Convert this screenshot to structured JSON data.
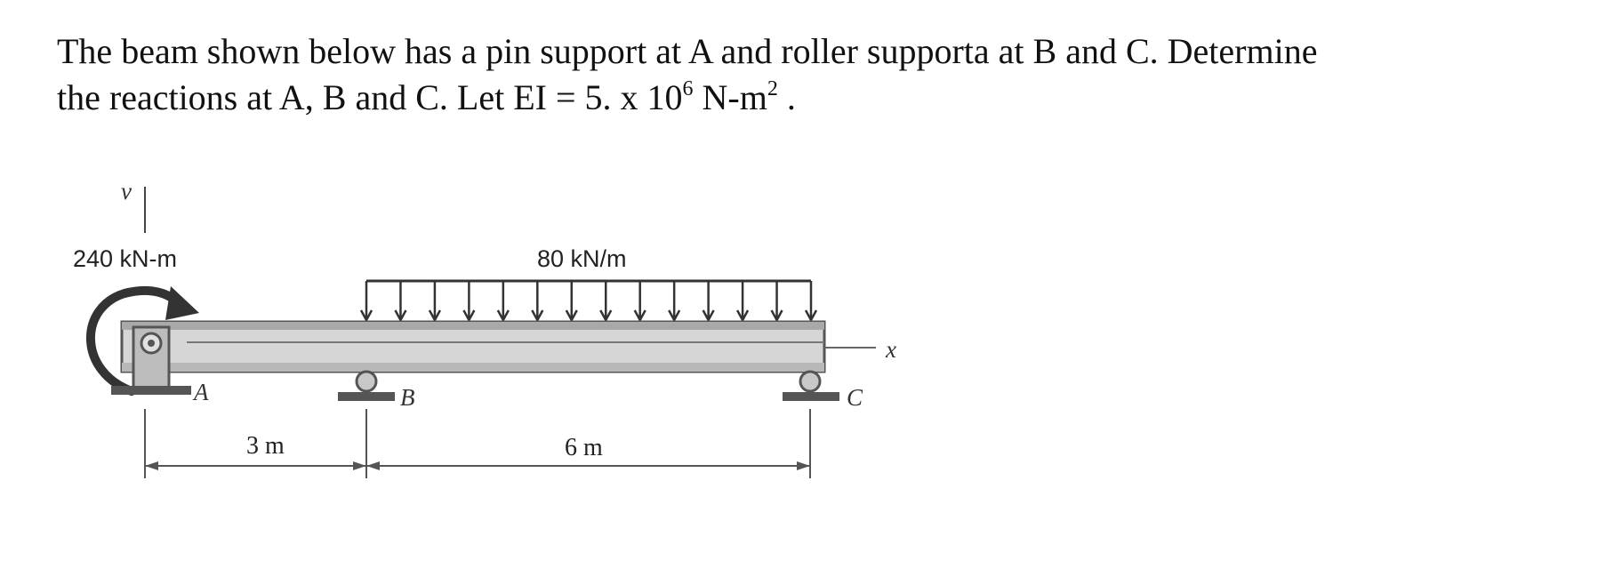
{
  "problem": {
    "line1": "The beam shown below has a pin support at A and roller supporta at B and C.  Determine",
    "line2_a": "the reactions at A, B and C.  Let EI = 5. x 10",
    "line2_exp1": "6",
    "line2_b": " N-m",
    "line2_exp2": "2",
    "line2_c": " ."
  },
  "diagram": {
    "axis_v": "v",
    "axis_x": "x",
    "moment_label": "240 kN-m",
    "load_label": "80 kN/m",
    "support_a": "A",
    "support_b": "B",
    "support_c": "C",
    "span_ab": "3 m",
    "span_bc": "6 m"
  }
}
